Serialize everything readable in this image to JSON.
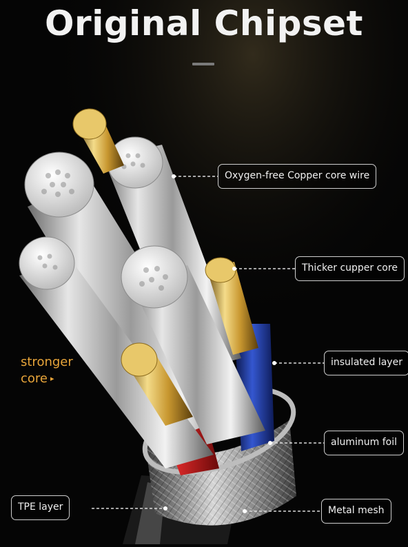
{
  "title": "Original Chipset",
  "callouts": {
    "copper_core_wire": "Oxygen-free Copper core wire",
    "thicker_core": "Thicker cupper core",
    "insulated_layer": "insulated layer",
    "aluminum_foil": "aluminum foil",
    "tpe_layer": "TPE layer",
    "metal_mesh": "Metal mesh"
  },
  "side_label": {
    "line1": "stronger",
    "line2": "core",
    "arrow": "▸"
  },
  "colors": {
    "background": "#050505",
    "accent_orange": "#e8a53a",
    "copper_gold": "#d9b35a",
    "insulation_red": "#c81e1e",
    "insulation_blue": "#1d3a9e",
    "strand_silver": "#d8d8d8",
    "callout_border": "#cfcfcf"
  }
}
